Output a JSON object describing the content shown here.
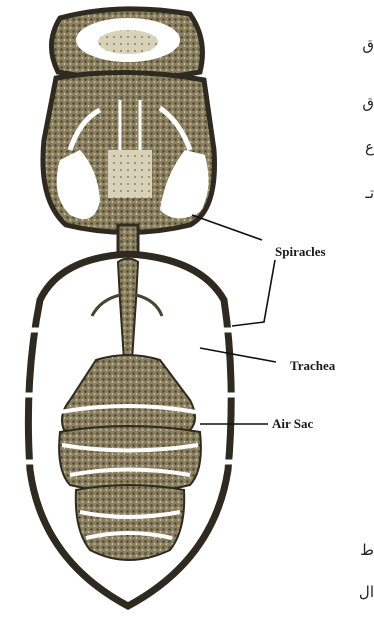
{
  "labels": {
    "spiracles": "Spiracles",
    "trachea": "Trachea",
    "air_sac": "Air Sac"
  },
  "arabic_edge_fragments": [
    "ق",
    "ق",
    "ع",
    "تـ",
    "ط",
    "ال"
  ],
  "colors": {
    "body_outline": "#2e2a20",
    "tissue_dark": "#4a4330",
    "tissue_mid": "#8a8060",
    "tissue_light": "#d8d2b8",
    "air_white": "#ffffff",
    "leader_line": "#111111"
  }
}
